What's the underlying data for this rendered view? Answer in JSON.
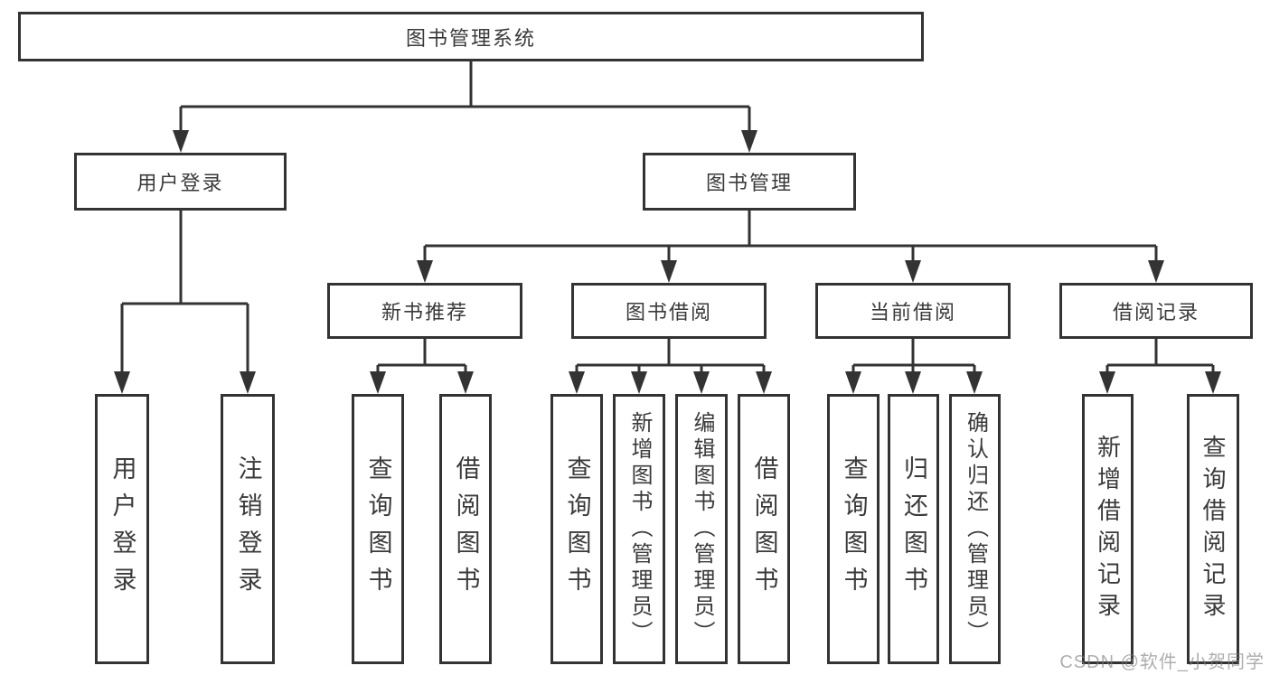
{
  "diagram": {
    "title_node": "图书管理系统",
    "root": {
      "label": "图书管理系统"
    },
    "branches": [
      {
        "label": "用户登录",
        "children": [
          {
            "label": "用户登录"
          },
          {
            "label": "注销登录"
          }
        ]
      },
      {
        "label": "图书管理",
        "children": [
          {
            "label": "新书推荐",
            "children": [
              {
                "label": "查询图书"
              },
              {
                "label": "借阅图书"
              }
            ]
          },
          {
            "label": "图书借阅",
            "children": [
              {
                "label": "查询图书"
              },
              {
                "label": "新增图书（管理员）"
              },
              {
                "label": "编辑图书（管理员）"
              },
              {
                "label": "借阅图书"
              }
            ]
          },
          {
            "label": "当前借阅",
            "children": [
              {
                "label": "查询图书"
              },
              {
                "label": "归还图书"
              },
              {
                "label": "确认归还（管理员）"
              }
            ]
          },
          {
            "label": "借阅记录",
            "children": [
              {
                "label": "新增借阅记录"
              },
              {
                "label": "查询借阅记录"
              }
            ]
          }
        ]
      }
    ]
  },
  "watermark": {
    "text": "CSDN @软件_小贺同学"
  },
  "colors": {
    "line": "#333333",
    "text": "#3a3a3a",
    "background": "#ffffff",
    "watermark": "#7d7d7d"
  }
}
